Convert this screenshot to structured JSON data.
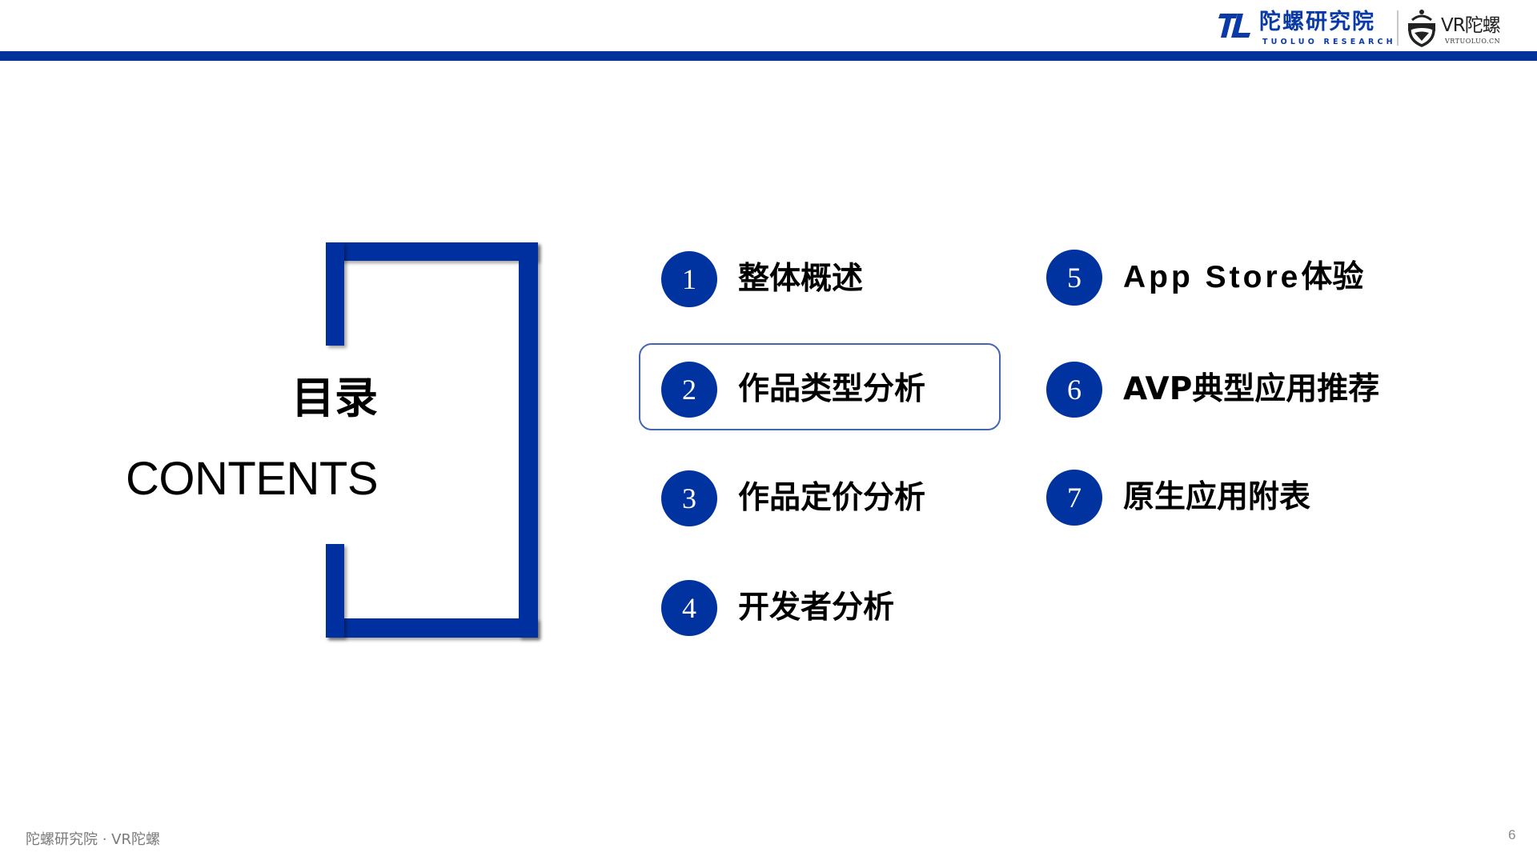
{
  "header": {
    "brand_logo_mark": "TL",
    "brand_name_cn": "陀螺研究院",
    "brand_name_en": "TUOLUO RESEARCH",
    "partner_name_cn": "VR陀螺",
    "partner_url": "VRTUOLUO.CN",
    "bar_color": "#00329C"
  },
  "toc": {
    "title_cn": "目录",
    "title_en": "CONTENTS",
    "accent_color": "#0033A0",
    "active_index": 2,
    "items": [
      {
        "num": "1",
        "label": "整体概述"
      },
      {
        "num": "2",
        "label": "作品类型分析"
      },
      {
        "num": "3",
        "label": "作品定价分析"
      },
      {
        "num": "4",
        "label": "开发者分析"
      },
      {
        "num": "5",
        "label_latin": "App Store",
        "label_cn": "体验"
      },
      {
        "num": "6",
        "label": "AVP典型应用推荐"
      },
      {
        "num": "7",
        "label": "原生应用附表"
      }
    ]
  },
  "footer": {
    "source": "陀螺研究院 · VR陀螺",
    "page_number": "6"
  }
}
